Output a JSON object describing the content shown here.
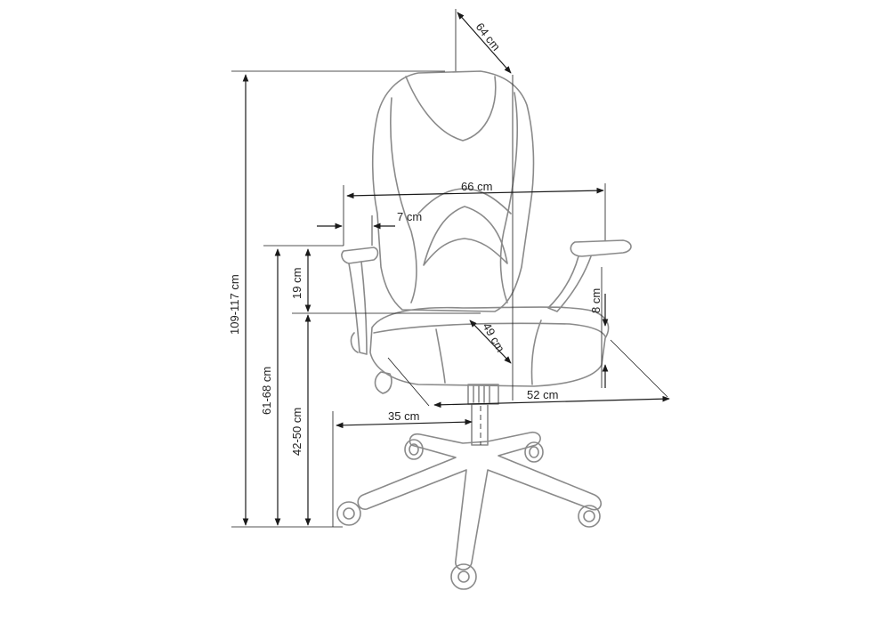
{
  "colors": {
    "outline": "#8a8a8a",
    "dimension": "#1a1a1a",
    "background": "#ffffff"
  },
  "dimensions": {
    "depth_diag": "64 cm",
    "total_height": "109-117 cm",
    "overall_width": "66 cm",
    "armrest_width": "7 cm",
    "armrest_height_above_seat": "19 cm",
    "armrest_floor_height": "61-68 cm",
    "seat_height": "42-50 cm",
    "seat_depth": "49 cm",
    "seat_thickness": "8 cm",
    "seat_width": "52 cm",
    "base_radius": "35 cm"
  }
}
